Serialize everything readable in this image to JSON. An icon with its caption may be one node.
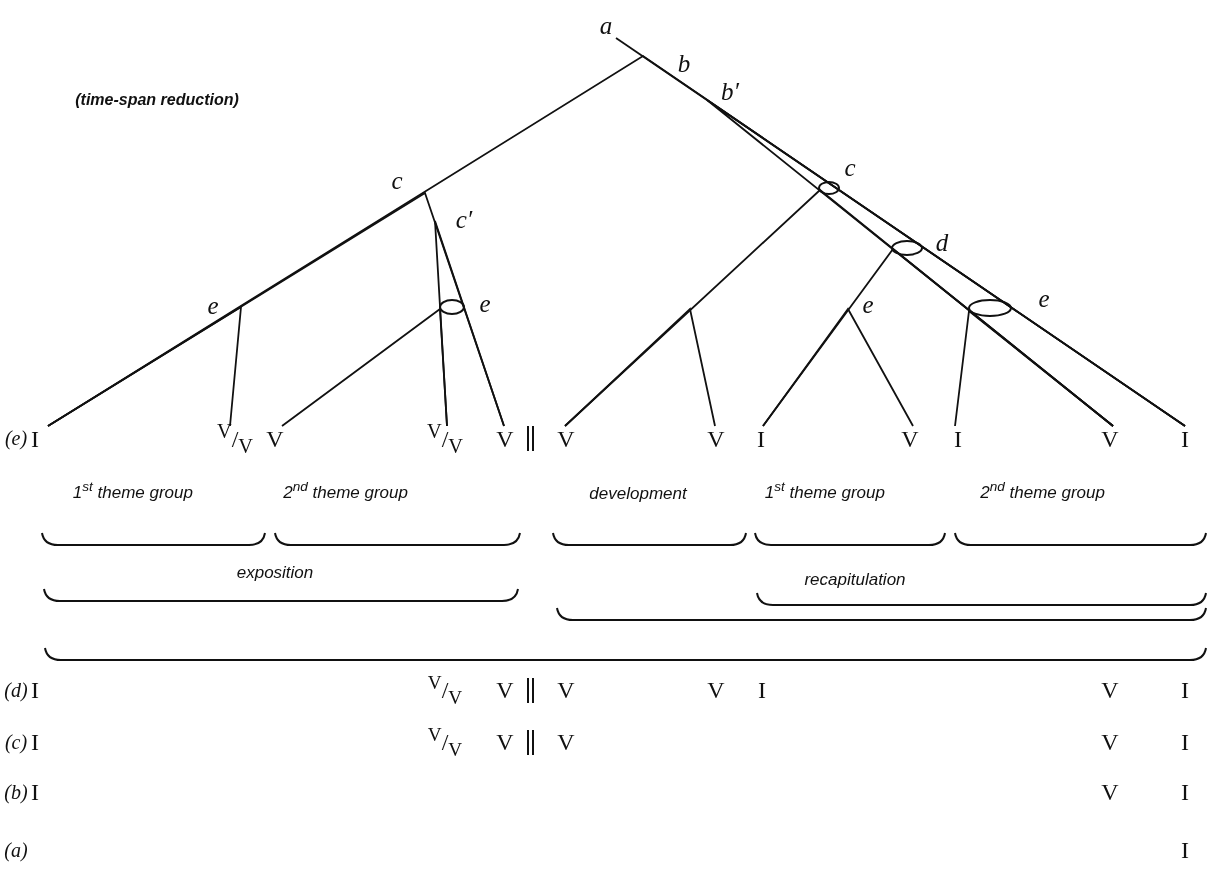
{
  "diagram": {
    "nodes": [
      {
        "text": [
          "I"
        ]
      },
      {
        "text": [
          "$^{V}$/$_{V}$"
        ]
      },
      {
        "text": [
          "V"
        ]
      },
      {
        "text": [
          "$^{V}$/$_{V}$"
        ]
      },
      {
        "text": [
          "V"
        ]
      },
      {
        "text": [
          "V"
        ]
      },
      {
        "text": [
          "V"
        ]
      },
      {
        "text": [
          "I"
        ]
      },
      {
        "text": [
          "V"
        ]
      },
      {
        "text": [
          "I"
        ]
      },
      {
        "text": [
          "V"
        ]
      },
      {
        "text": [
          "I"
        ]
      },
      {
        "text": [
          "a"
        ]
      }
    ],
    "edges": [
      {
        "from": 0,
        "to": 11,
        "arrow": "none"
      },
      {
        "from": 1,
        "to": 0,
        "arrow": "none"
      },
      {
        "from": 2,
        "to": 3,
        "arrow": "none"
      },
      {
        "from": 3,
        "to": 4,
        "arrow": "none"
      },
      {
        "from": 4,
        "to": 0,
        "arrow": "none"
      },
      {
        "from": 5,
        "to": 10,
        "arrow": "none"
      },
      {
        "from": 6,
        "to": 5,
        "arrow": "none"
      },
      {
        "from": 7,
        "to": 10,
        "arrow": "none"
      },
      {
        "from": 8,
        "to": 7,
        "arrow": "none"
      },
      {
        "from": 9,
        "to": 10,
        "arrow": "none"
      },
      {
        "from": 10,
        "to": 11,
        "arrow": "none"
      },
      {
        "from": 11,
        "to": 12,
        "arrow": "none"
      }
    ],
    "labels": [
      "b",
      "(time-span reduction)",
      "b′",
      "c",
      "c",
      "c′",
      "d",
      "e",
      "e",
      "e",
      "e",
      "(e)",
      "1$^{st}$ theme group",
      "2$^{nd}$ theme group",
      "development",
      "1$^{st}$ theme group",
      "2$^{nd}$ theme group",
      "exposition",
      "recapitulation",
      "(d)",
      "I",
      "$^{V}$/$_{V}$",
      "V",
      "V",
      "V",
      "I",
      "V",
      "I",
      "(c)",
      "I",
      "$^{V}$/$_{V}$",
      "V",
      "V",
      "V",
      "I",
      "(b)",
      "I",
      "V",
      "I",
      "(a)",
      "I"
    ]
  }
}
